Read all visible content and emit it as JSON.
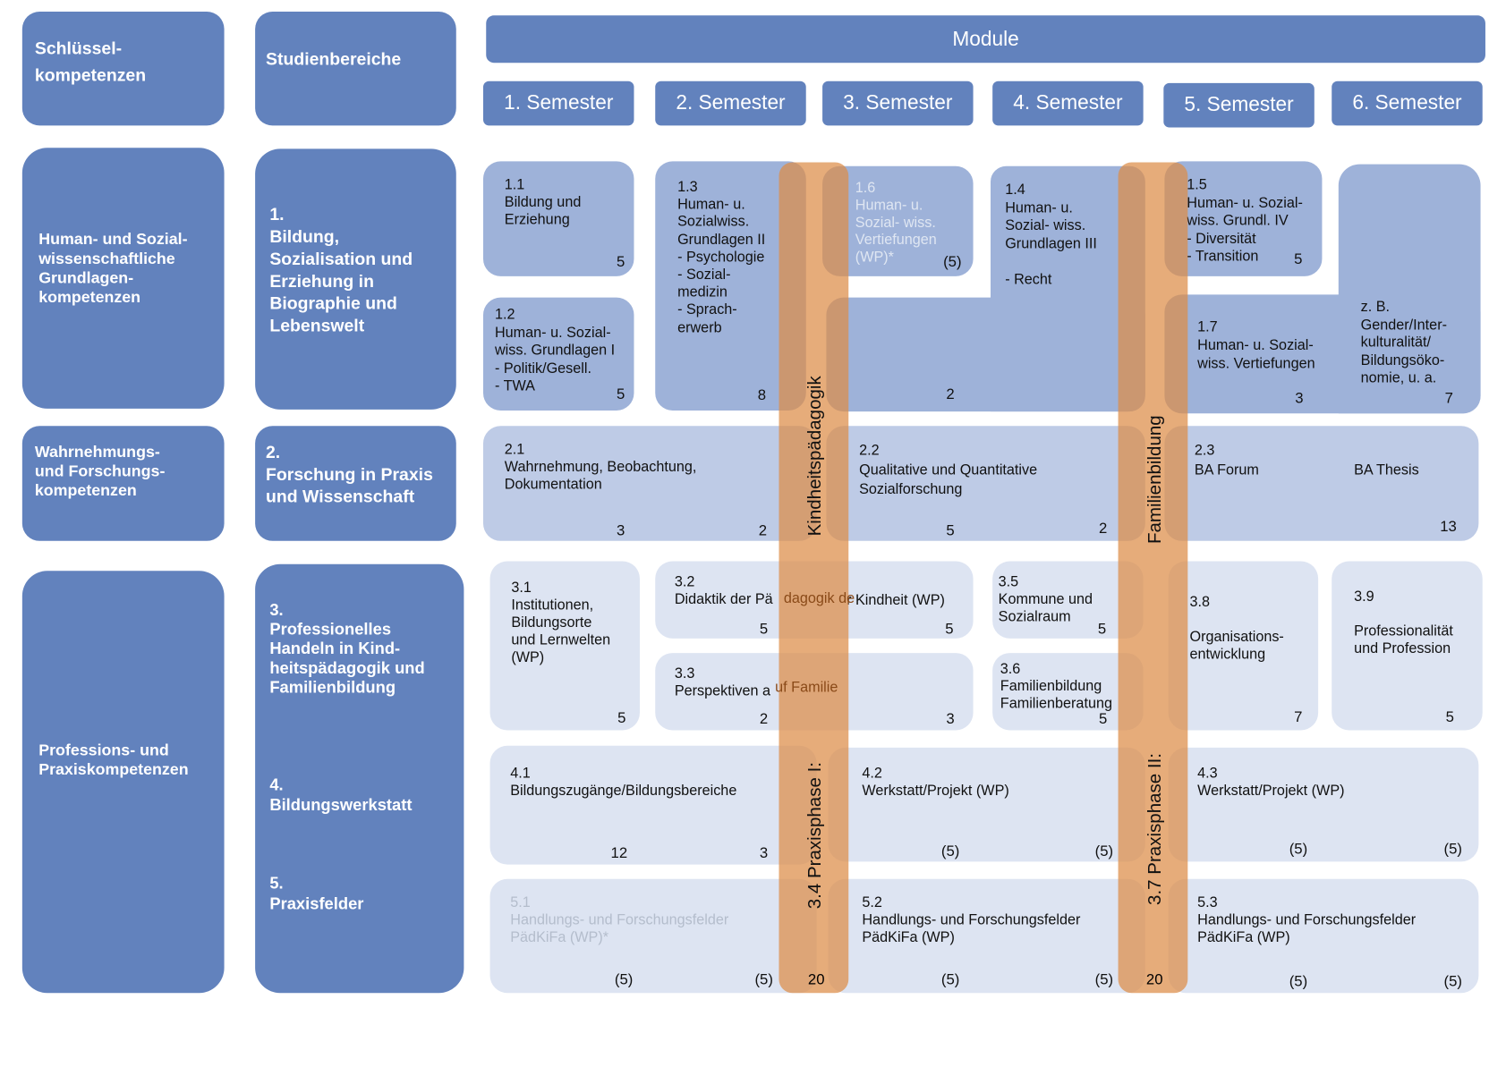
{
  "header": {
    "schluessel": "Schlüssel-\nkompetenzen",
    "studienbereiche": "Studienbereiche",
    "module": "Module",
    "semesters": [
      "1. Semester",
      "2. Semester",
      "3. Semester",
      "4. Semester",
      "5. Semester",
      "6. Semester"
    ]
  },
  "competences": {
    "human": "Human- und Sozial-\nwissenschaftliche\nGrundlagen-\nkompetenzen",
    "wahrnehmung": "Wahrnehmungs-\nund Forschungs-\nkompetenzen",
    "profession": "Professions- und\nPraxiskompetenzen"
  },
  "areas": {
    "a1": "1.\nBildung,\nSozialisation und\nErziehung in\nBiographie und\nLebenswelt",
    "a2": "2.\nForschung in Praxis\nund Wissenschaft",
    "a3": "3.\nProfessionelles\nHandeln in Kind-\nheitspädagogik und\nFamilienbildung",
    "a4": "4.\nBildungswerkstatt",
    "a5": "5.\nPraxisfelder"
  },
  "modules": {
    "m11": "1.1\nBildung  und\nErziehung",
    "m11c": "5",
    "m12": "1.2\nHuman- u. Sozial-\nwiss. Grundlagen I\n-  Politik/Gesell.\n-  TWA",
    "m12c": "5",
    "m13": "1.3\nHuman- u.\nSozialwiss.\nGrundlagen II\n-  Psychologie\n-  Sozial-\n    medizin\n-  Sprach-\n    erwerb",
    "m13c": "8",
    "m16": "1.6\nHuman- u.\nSozial- wiss.\nVertiefungen\n(WP)*",
    "m16c": "(5)",
    "m14": "1.4\nHuman- u.\nSozial- wiss.\nGrundlagen III\n\n-  Recht",
    "m14c1": "2",
    "m14c2": "3",
    "m15": "1.5\nHuman- u. Sozial-\nwiss. Grundl. IV\n-  Diversität\n-  Transition",
    "m15c": "5",
    "m17": "1.7\nHuman- u. Sozial-\nwiss. Vertiefungen",
    "m17c": "3",
    "m17b": "z. B.\nGender/Inter-\nkulturalität/\nBildungsöko-\nnomie, u. a.",
    "m17bc": "7",
    "m21": "2.1\nWahrnehmung, Beobachtung,\nDokumentation",
    "m21c1": "3",
    "m21c2": "2",
    "m22": "2.2\nQualitative und Quantitative\nSozialforschung",
    "m22c1": "5",
    "m22c2": "2",
    "m23": "2.3\nBA  Forum",
    "m23b": "BA Thesis",
    "m23c": "13",
    "m31": "3.1\nInstitutionen,\nBildungsorte\nund Lernwelten\n(WP)",
    "m31c": "5",
    "m32": "3.2\nDidaktik der Pä",
    "m32a": "dagogik de",
    "m32b": "r Kindheit (WP)",
    "m32c1": "5",
    "m32c2": "5",
    "m33": "3.3\nPerspektiven  a",
    "m33a": "uf Familie",
    "m33c1": "2",
    "m33c2": "3",
    "m35": "3.5\nKommune und\nSozialraum",
    "m35c": "5",
    "m36": "3.6\nFamilienbildung\nFamilienberatung",
    "m36c": "5",
    "m38": "3.8\n\nOrganisations-\nentwicklung",
    "m38c": "7",
    "m39": "3.9\n\nProfessionalität\nund Profession",
    "m39c": "5",
    "m41": "4.1\nBildungszugänge/Bildungsbereiche",
    "m41c1": "12",
    "m41c2": "3",
    "m42": "4.2\nWerkstatt/Projekt (WP)",
    "m42c1": "(5)",
    "m42c2": "(5)",
    "m43": "4.3\nWerkstatt/Projekt (WP)",
    "m43c1": "(5)",
    "m43c2": "(5)",
    "m51": "5.1\nHandlungs- und Forschungsfelder\nPädKiFa (WP)*",
    "m51c1": "(5)",
    "m51c2": "(5)",
    "m52": "5.2\nHandlungs- und Forschungsfelder\nPädKiFa (WP)",
    "m52c1": "(5)",
    "m52c2": "(5)",
    "m53": "5.3\nHandlungs- und Forschungsfelder\nPädKiFa (WP)",
    "m53c1": "(5)",
    "m53c2": "(5)"
  },
  "bands": {
    "b1_top": "Kindheitspädagogik",
    "b1_bottom": "3.4 Praxisphase I:",
    "b1_credit": "20",
    "b2_top": "Familienbildung",
    "b2_bottom": "3.7 Praxisphase II:",
    "b2_credit": "20"
  }
}
